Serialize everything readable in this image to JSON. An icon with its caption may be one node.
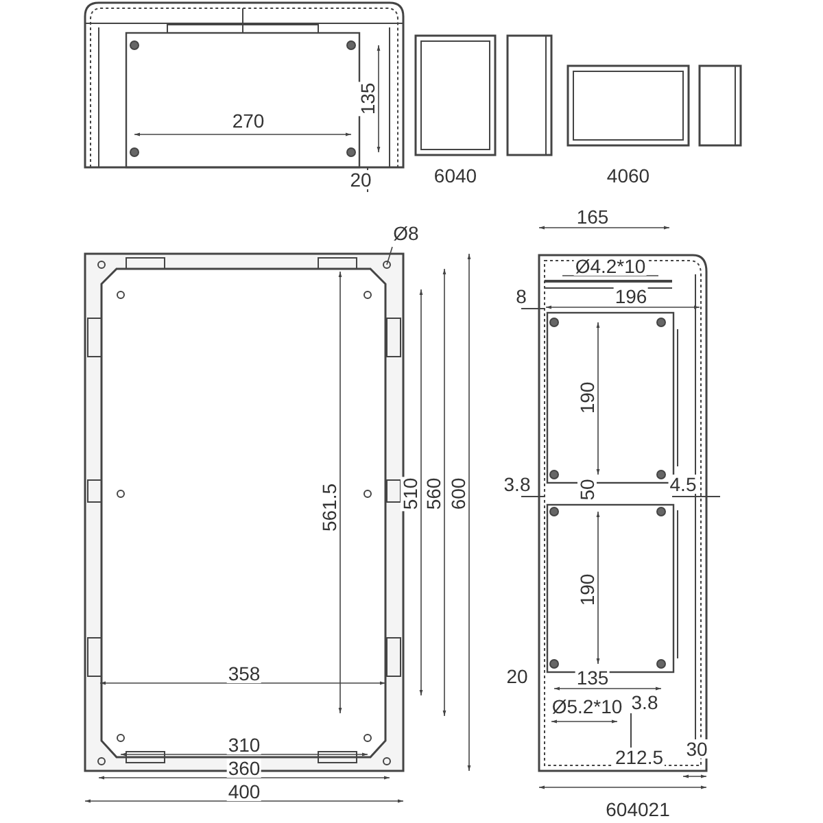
{
  "diagram": {
    "labels": [
      "135",
      "270",
      "20",
      "6040",
      "4060",
      "Ø8",
      "165",
      "Ø4.2*10",
      "8",
      "196",
      "190",
      "561.5",
      "510",
      "560",
      "600",
      "3.8",
      "50",
      "4.5",
      "190",
      "358",
      "20",
      "135",
      "Ø5.2*10",
      "3.8",
      "310",
      "212.5",
      "30",
      "360",
      "400",
      "604021"
    ]
  }
}
